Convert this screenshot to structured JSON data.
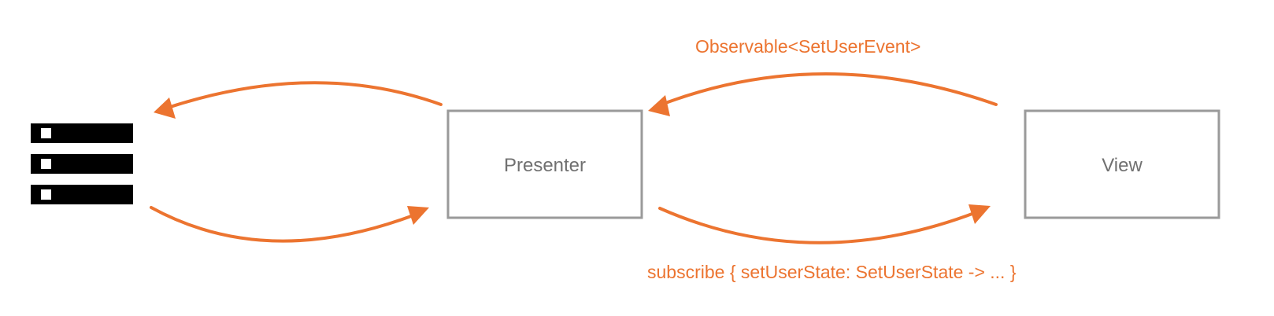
{
  "nodes": {
    "presenter": {
      "label": "Presenter"
    },
    "view": {
      "label": "View"
    }
  },
  "edges": {
    "view_to_presenter": {
      "label": "Observable<SetUserEvent>"
    },
    "presenter_to_view": {
      "label": "subscribe { setUserState: SetUserState -> ... }"
    }
  },
  "icons": {
    "data_store": "server-list-icon"
  },
  "colors": {
    "accent": "#ec7430",
    "box_border": "#9a9a9a",
    "box_text": "#707070",
    "icon": "#000000"
  }
}
